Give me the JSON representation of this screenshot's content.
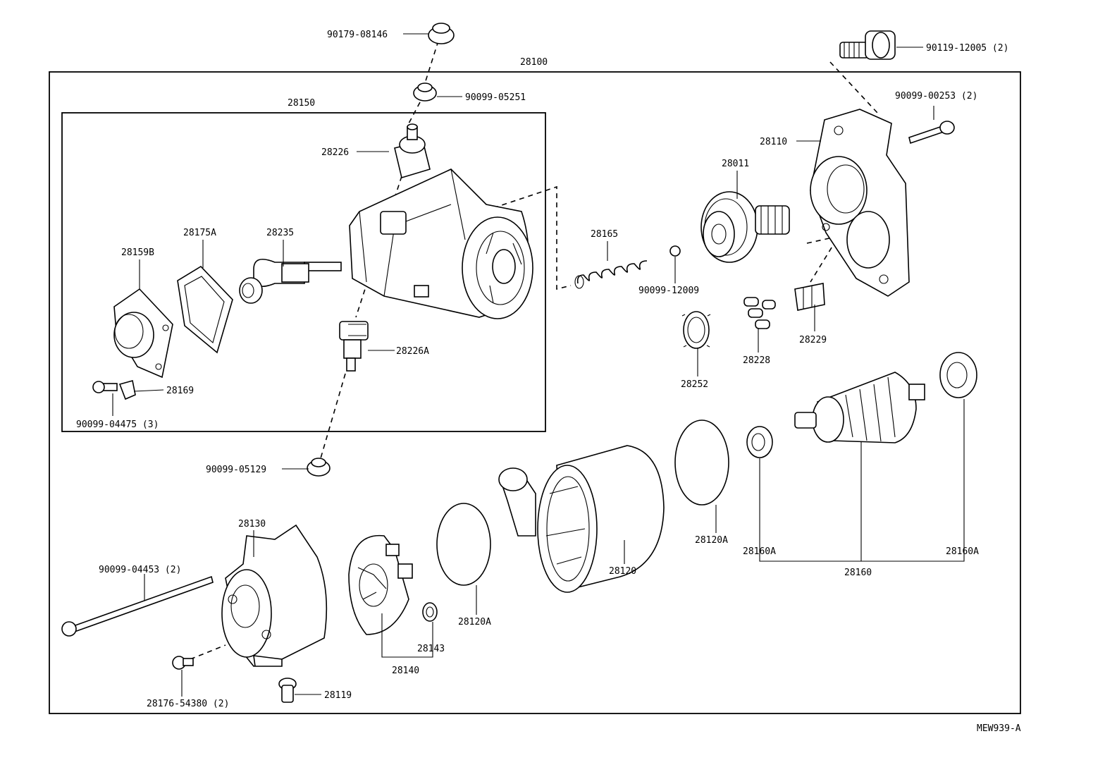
{
  "diagram": {
    "drawing_code": "MEW939-A",
    "labels": {
      "p90179_08146": "90179-08146",
      "p90119_12005": "90119-12005 (2)",
      "p28100": "28100",
      "p90099_05251": "90099-05251",
      "p28150": "28150",
      "p90099_00253": "90099-00253 (2)",
      "p28110": "28110",
      "p28226": "28226",
      "p28011": "28011",
      "p28175A": "28175A",
      "p28235": "28235",
      "p28159B": "28159B",
      "p28165": "28165",
      "p90099_12009": "90099-12009",
      "p28226A": "28226A",
      "p28229": "28229",
      "p28228": "28228",
      "p28252": "28252",
      "p28169": "28169",
      "p90099_04475": "90099-04475 (3)",
      "p90099_05129": "90099-05129",
      "p28130": "28130",
      "p28120A_right": "28120A",
      "p28160A_left": "28160A",
      "p28160A_right": "28160A",
      "p28160": "28160",
      "p90099_04453": "90099-04453 (2)",
      "p28120": "28120",
      "p28120A_left": "28120A",
      "p28143": "28143",
      "p28140": "28140",
      "p28176_54380": "28176-54380 (2)",
      "p28119": "28119"
    }
  }
}
